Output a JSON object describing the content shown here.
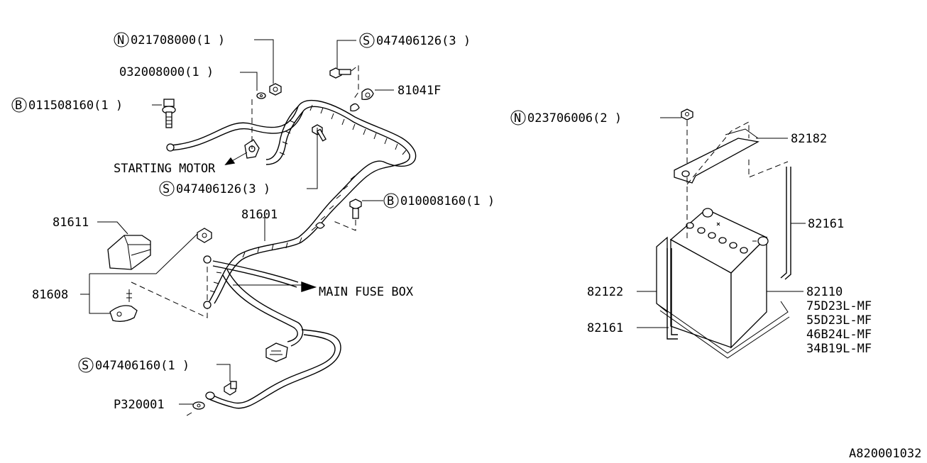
{
  "labels": {
    "n_021708000": "021708000(1 )",
    "p_032008000": "032008000(1 )",
    "b_011508160": "011508160(1 )",
    "s_047406126_top": "047406126(3 )",
    "p_81041f": "81041F",
    "starting_motor": "STARTING MOTOR",
    "s_047406126_mid": "047406126(3 )",
    "b_010008160": "010008160(1 )",
    "p_81611": "81611",
    "p_81601": "81601",
    "main_fuse_box": "MAIN FUSE BOX",
    "p_81608": "81608",
    "s_047406160": "047406160(1 )",
    "p_320001": "P320001",
    "n_023706006": "023706006(2 )",
    "p_82182": "82182",
    "p_82161_right": "82161",
    "p_82122": "82122",
    "p_82161_left": "82161",
    "p_82110": "82110",
    "battery_75d23l": "75D23L-MF",
    "battery_55d23l": "55D23L-MF",
    "battery_46b24l": "46B24L-MF",
    "battery_34b19l": "34B19L-MF",
    "figure_code": "A820001032"
  },
  "markers": {
    "n": "N",
    "s": "S",
    "b": "B"
  }
}
